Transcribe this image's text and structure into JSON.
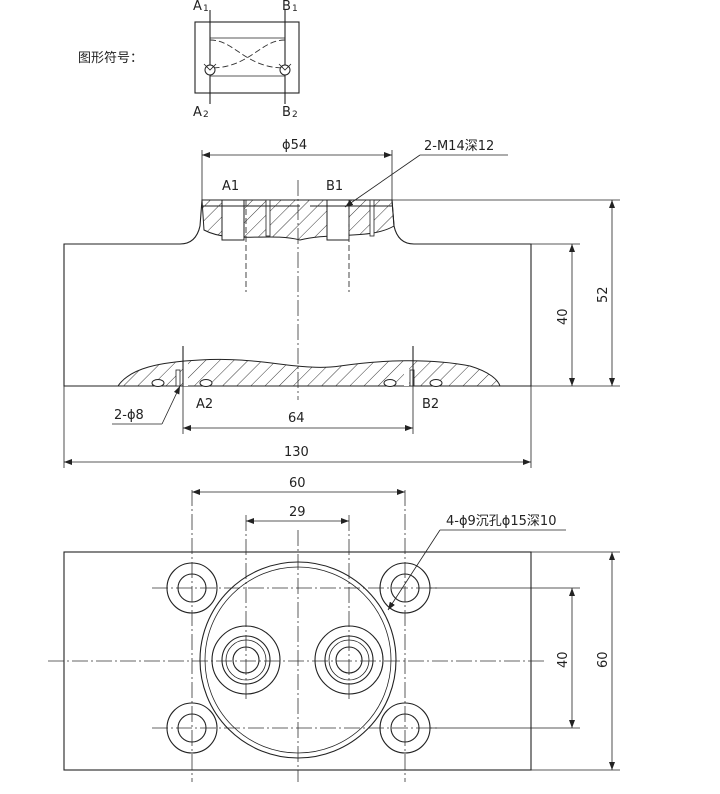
{
  "symbol": {
    "label": "图形符号：",
    "ports": {
      "a_top": "A",
      "a_top_sub": "1",
      "b_top": "B",
      "b_top_sub": "1",
      "a_bot": "A",
      "a_bot_sub": "2",
      "b_bot": "B",
      "b_bot_sub": "2"
    }
  },
  "front_view": {
    "port_a1": "A1",
    "port_b1": "B1",
    "port_a2": "A2",
    "port_b2": "B2",
    "dim_phi54": "ϕ54",
    "dim_thread": "2-M14深12",
    "dim_40": "40",
    "dim_52": "52",
    "dim_oring": "2-ϕ8",
    "dim_64": "64",
    "dim_130": "130"
  },
  "top_view": {
    "dim_60_top": "60",
    "dim_29": "29",
    "dim_holes": "4-ϕ9沉孔ϕ15深10",
    "dim_40": "40",
    "dim_60_right": "60"
  }
}
